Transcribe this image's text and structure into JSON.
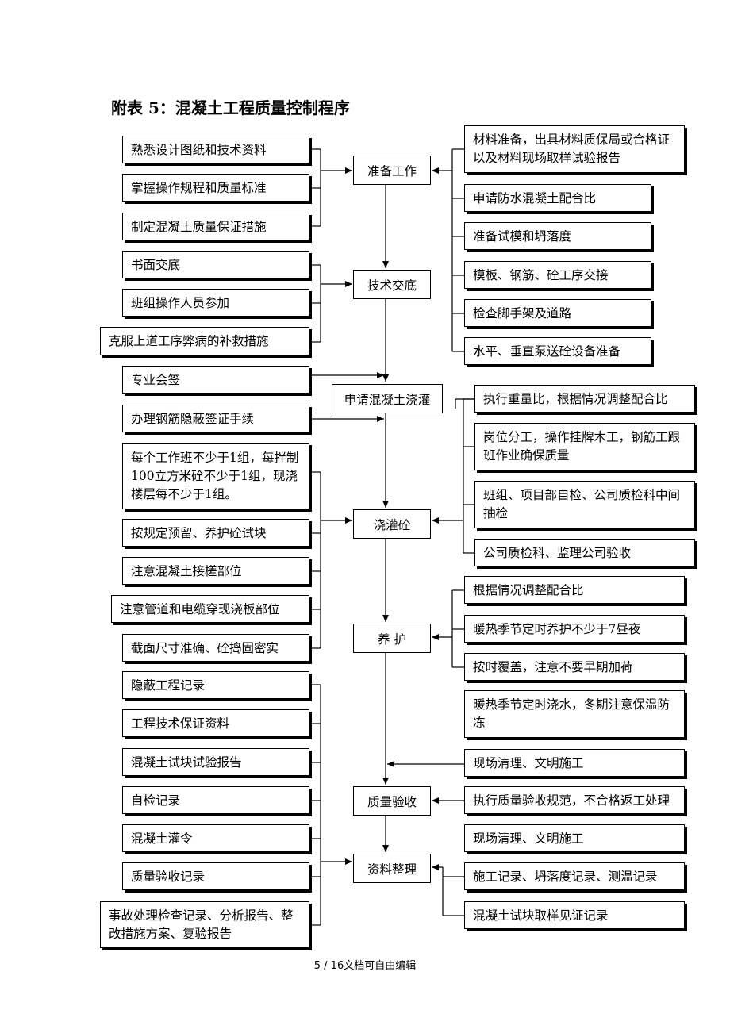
{
  "title": "附表 5：混凝土工程质量控制程序",
  "footer": "5 / 16文档可自由编辑",
  "steps": {
    "prepare": "准备工作",
    "tech_brief": "技术交底",
    "apply_pour": "申请混凝土浇灌",
    "pour": "浇灌砼",
    "cure": "养 护",
    "acceptance": "质量验收",
    "records": "资料整理"
  },
  "left": {
    "prepare": [
      "熟悉设计图纸和技术资料",
      "掌握操作规程和质量标准",
      "制定混凝土质量保证措施"
    ],
    "tech_brief": [
      "书面交底",
      "班组操作人员参加",
      "克服上道工序弊病的补救措施"
    ],
    "apply_pour": [
      "专业会签",
      "办理钢筋隐蔽签证手续"
    ],
    "pour": [
      "每个工作班不少于1组，每拌制100立方米砼不少于1组，现浇楼层每不少于1组。",
      "按规定预留、养护砼试块",
      "注意混凝土接槎部位",
      "注意管道和电缆穿现浇板部位",
      "截面尺寸准确、砼捣固密实"
    ],
    "records": [
      "隐蔽工程记录",
      "工程技术保证资料",
      "混凝土试块试验报告",
      "自检记录",
      "混凝土灌令",
      "质量验收记录",
      "事故处理检查记录、分析报告、整改措施方案、复验报告"
    ]
  },
  "right": {
    "prepare": [
      "材料准备，出具材料质保局或合格证以及材料现场取样试验报告",
      "申请防水混凝土配合比",
      "准备试模和坍落度",
      "模板、钢筋、砼工序交接",
      "检查脚手架及道路",
      "水平、垂直泵送砼设备准备"
    ],
    "pour": [
      "执行重量比，根据情况调整配合比",
      "岗位分工，操作挂牌木工，钢筋工跟班作业确保质量",
      "班组、项目部自检、公司质检科中间抽检",
      "公司质检科、监理公司验收"
    ],
    "cure": [
      "根据情况调整配合比",
      "暖热季节定时养护不少于7昼夜",
      "按时覆盖，注意不要早期加荷",
      "暖热季节定时浇水，冬期注意保温防冻"
    ],
    "between": "现场清理、文明施工",
    "acceptance": [
      "执行质量验收规范，不合格返工处理",
      "现场清理、文明施工"
    ],
    "records": [
      "施工记录、坍落度记录、测温记录",
      "混凝土试块取样见证记录"
    ]
  }
}
